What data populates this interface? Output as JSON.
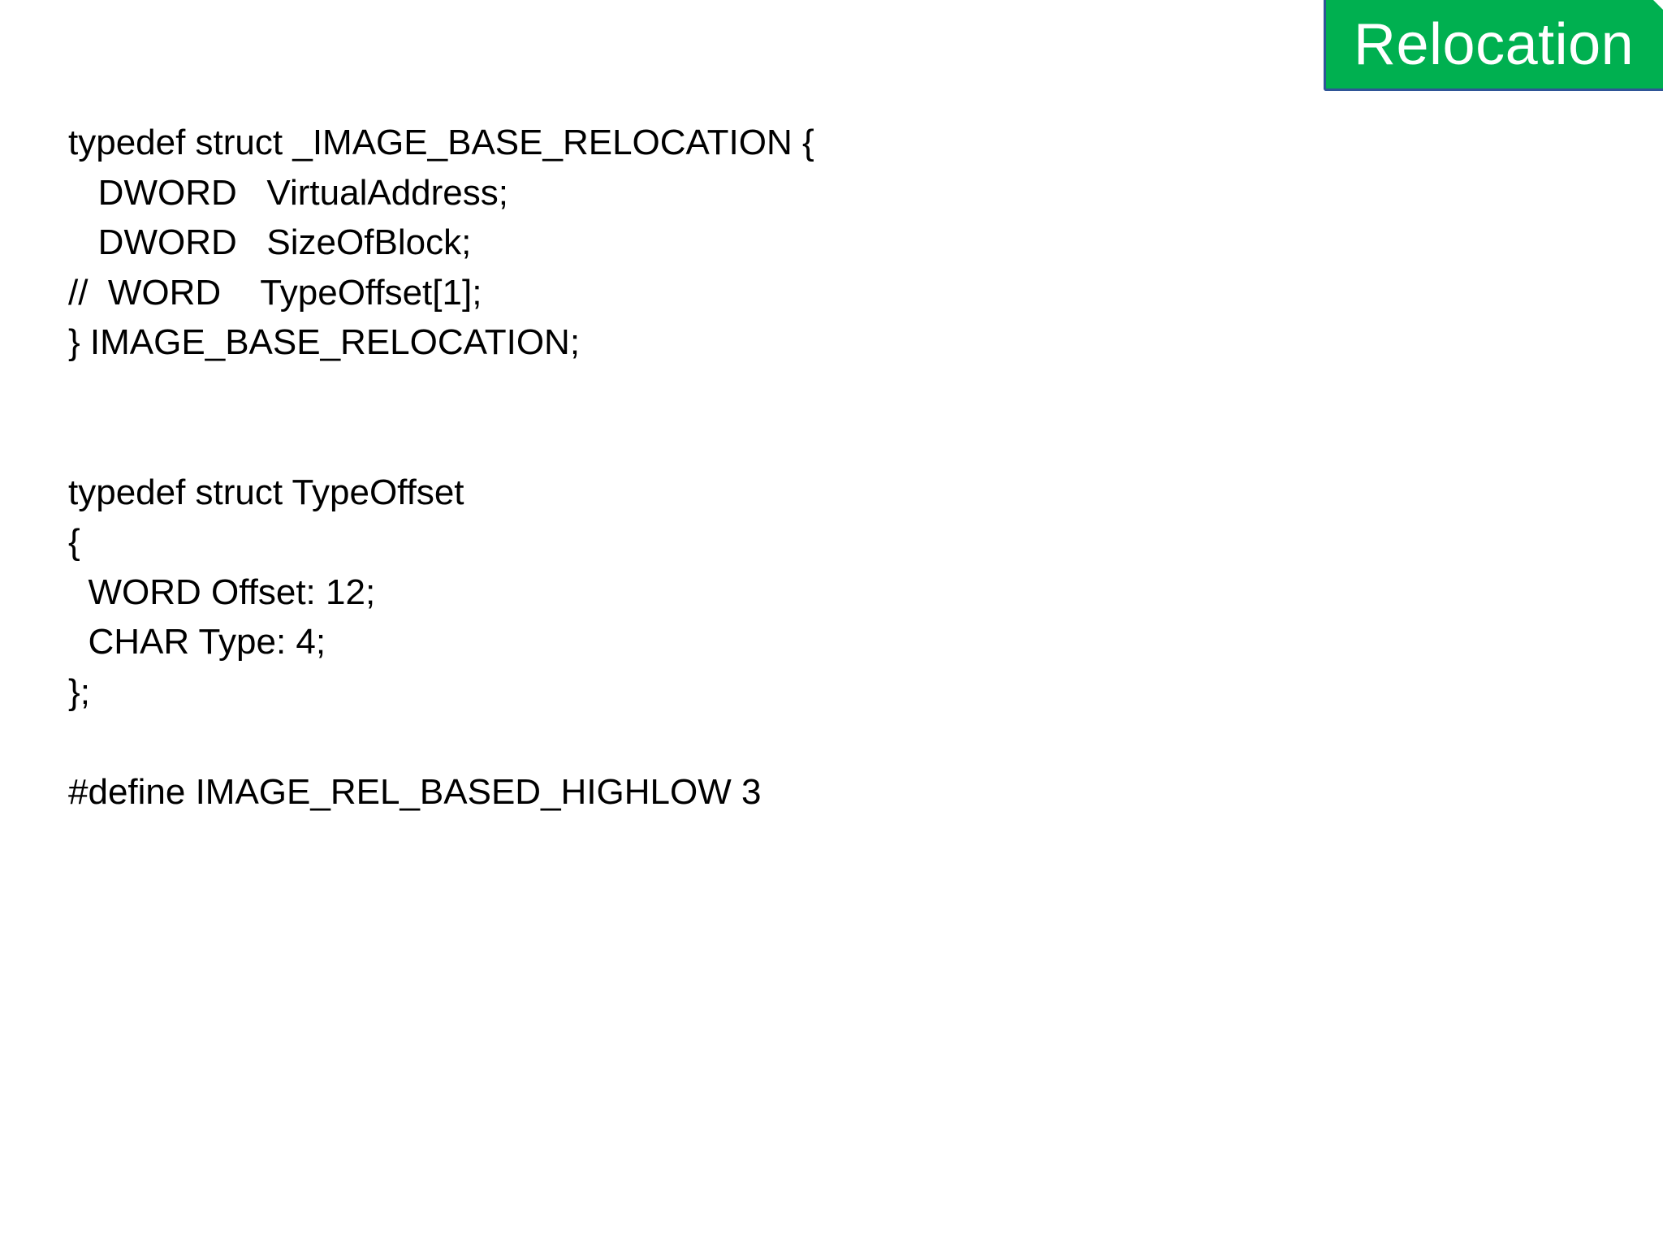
{
  "slide": {
    "title": "Relocation",
    "title_bg_color": "#00b050",
    "title_border_color": "#2f5597",
    "code_lines": [
      "typedef struct _IMAGE_BASE_RELOCATION {",
      "   DWORD   VirtualAddress;",
      "   DWORD   SizeOfBlock;",
      "//  WORD    TypeOffset[1];",
      "} IMAGE_BASE_RELOCATION;",
      "",
      "",
      "typedef struct TypeOffset",
      "{",
      "  WORD Offset: 12;",
      "  CHAR Type: 4;",
      "};",
      "",
      "#define IMAGE_REL_BASED_HIGHLOW 3"
    ]
  }
}
